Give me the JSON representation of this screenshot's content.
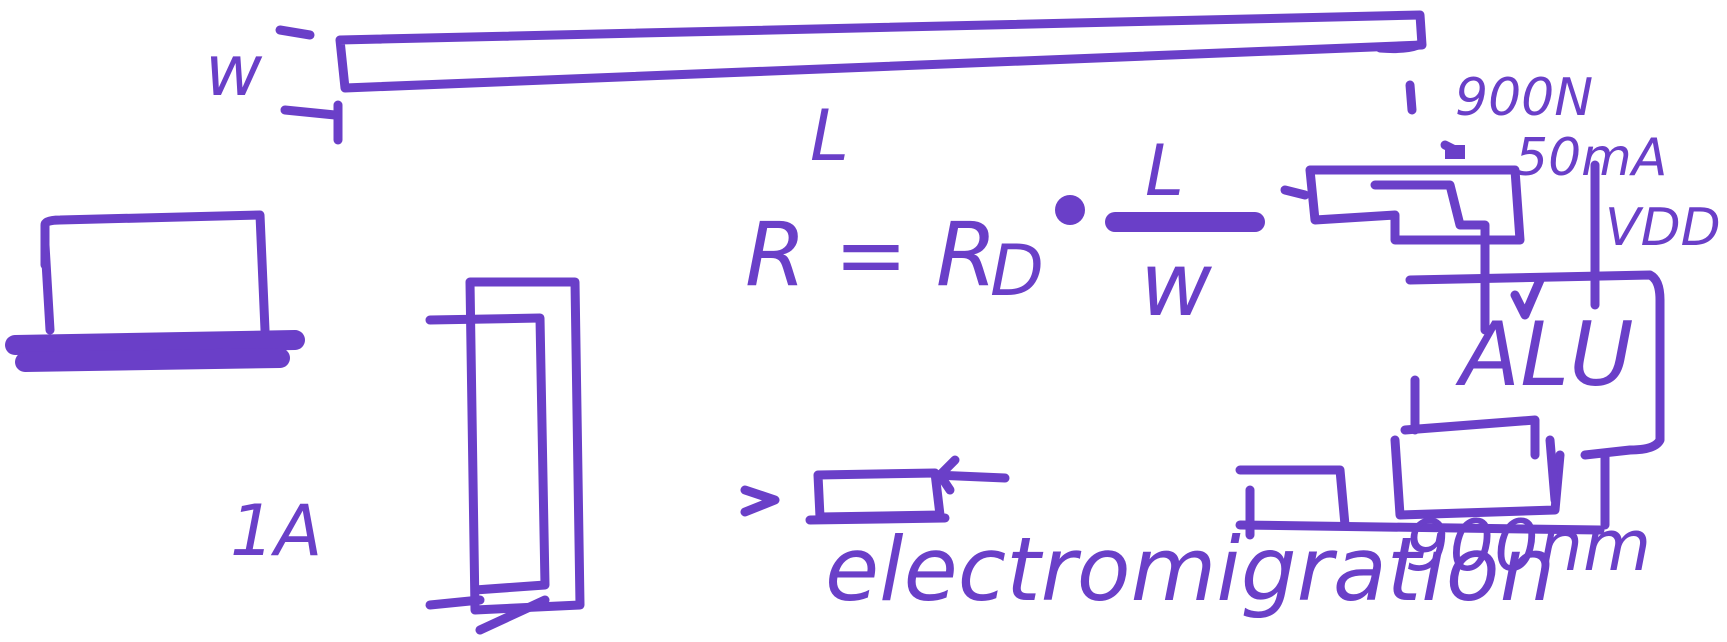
{
  "labels": {
    "w_top": "w",
    "L": "L",
    "force": "900N",
    "current_partial": "50mA",
    "vdd": "VDD",
    "formula": "R = R",
    "formula_sub": "D",
    "frac_num": "L",
    "frac_den": "w",
    "alu": "ALU",
    "one_a": "1A",
    "electromigration": "electromigration",
    "overwrite": "900nm"
  },
  "colors": {
    "ink": "#6a3fc8",
    "background": "#ffffff"
  }
}
